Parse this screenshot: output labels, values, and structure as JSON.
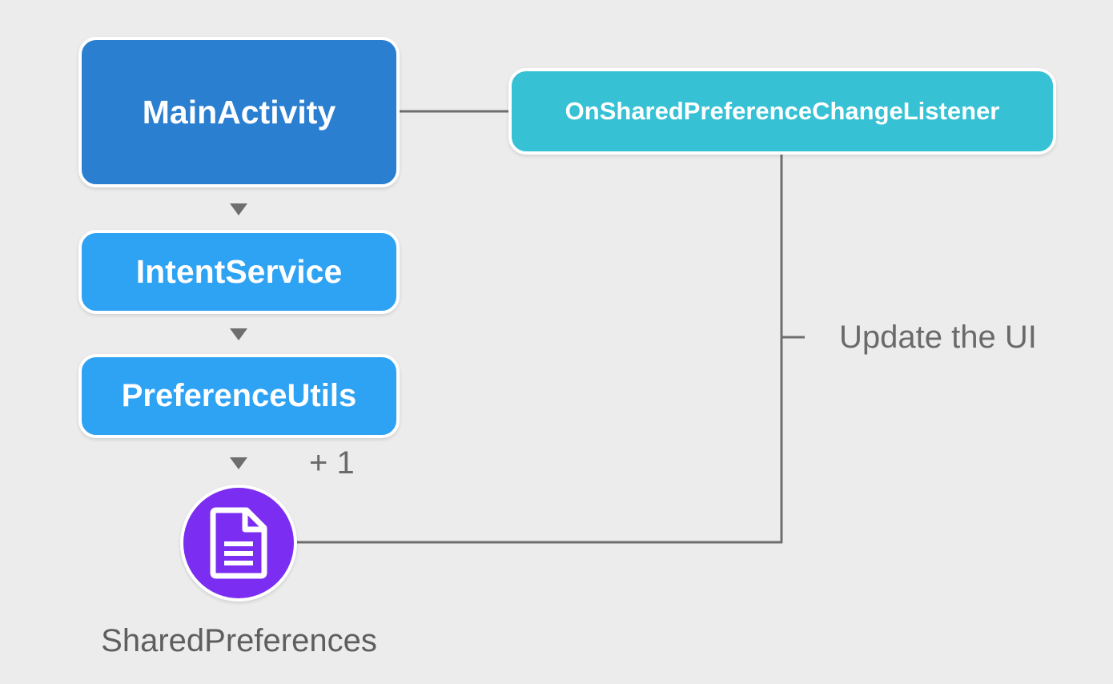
{
  "diagram": {
    "nodes": {
      "main_activity": "MainActivity",
      "intent_service": "IntentService",
      "preference_utils": "PreferenceUtils",
      "listener": "OnSharedPreferenceChangeListener",
      "shared_preferences": "SharedPreferences"
    },
    "annotations": {
      "plus_one": "+ 1",
      "update_ui": "Update the UI"
    },
    "icons": {
      "shared_preferences_icon": "document-icon"
    },
    "colors": {
      "background": "#ececec",
      "main_activity": "#2a7fd0",
      "service_boxes": "#2ea2f3",
      "listener": "#36c1d4",
      "shared_preferences": "#7b2df1",
      "connector": "#6e6e6e"
    }
  }
}
